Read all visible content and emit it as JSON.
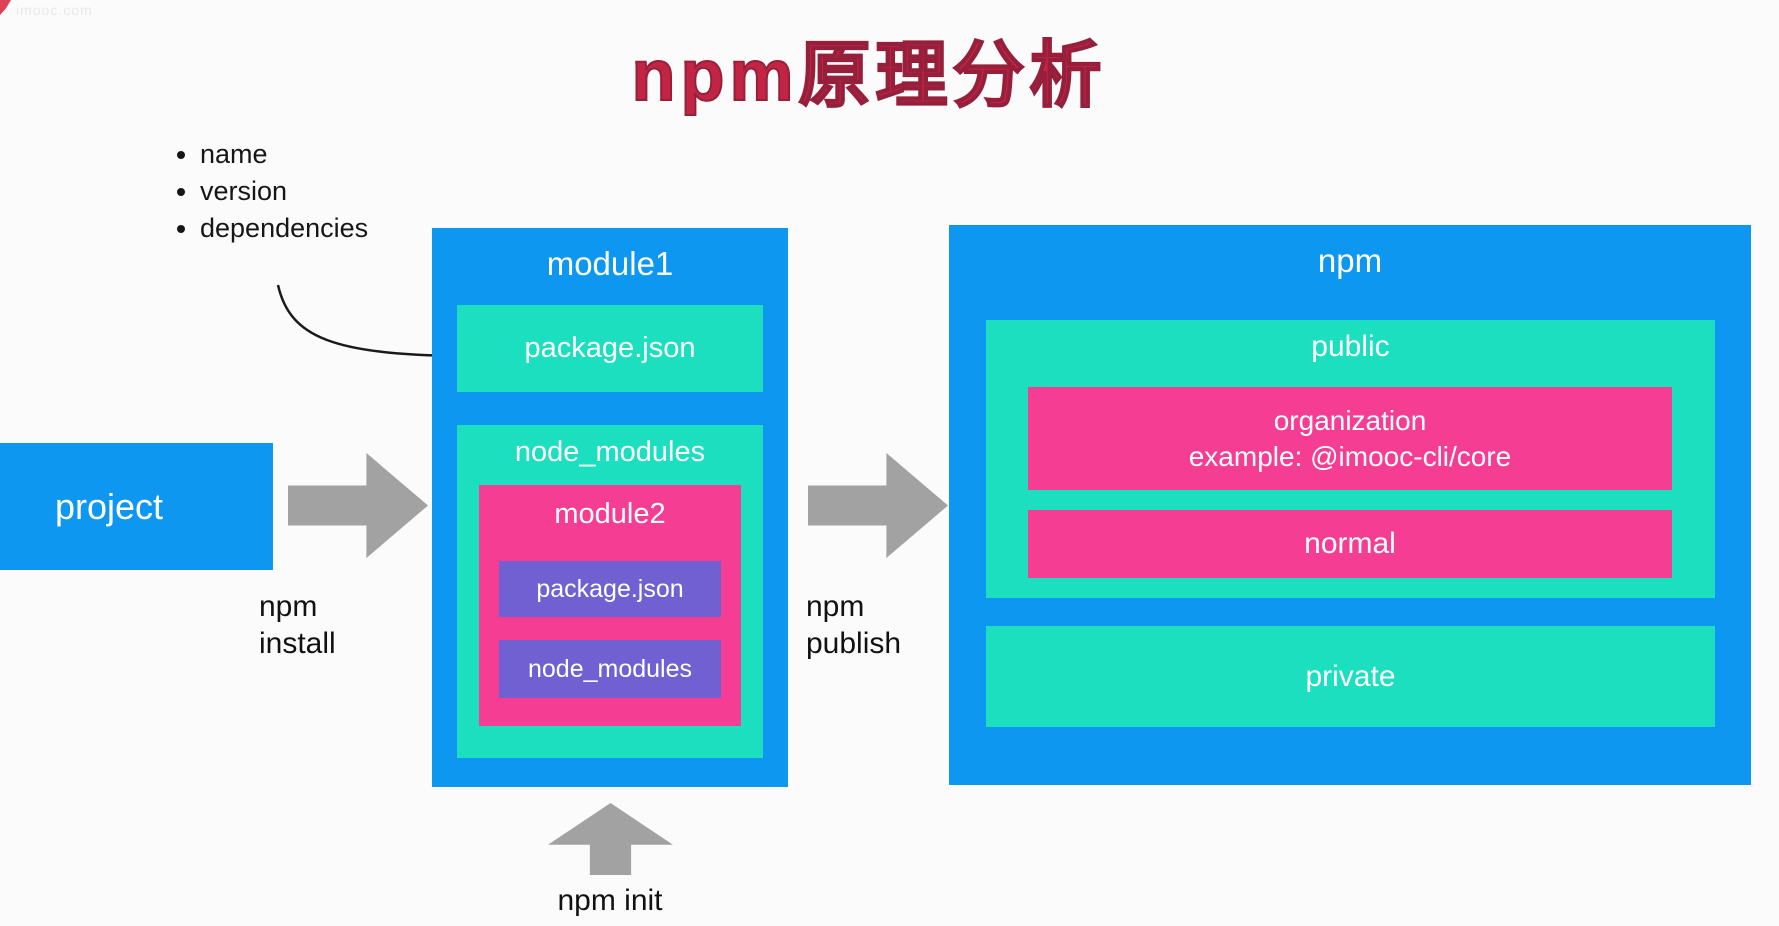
{
  "watermark": {
    "text": "imooc.com"
  },
  "title": "npm原理分析",
  "bullets": [
    "name",
    "version",
    "dependencies"
  ],
  "project_label": "project",
  "flow_labels": {
    "install_line1": "npm",
    "install_line2": "install",
    "publish_line1": "npm",
    "publish_line2": "publish",
    "init": "npm init"
  },
  "module1": {
    "title": "module1",
    "package_json_label": "package.json",
    "node_modules": {
      "title": "node_modules",
      "module2": {
        "title": "module2",
        "package_json_label": "package.json",
        "node_modules_label": "node_modules"
      }
    }
  },
  "registry": {
    "title": "npm",
    "public": {
      "title": "public",
      "organization_line1": "organization",
      "organization_line2": "example: @imooc-cli/core",
      "normal_label": "normal"
    },
    "private_label": "private"
  },
  "colors": {
    "blue": "#0d97f1",
    "teal": "#1bdfbe",
    "pink": "#f53d94",
    "purple": "#7060d2",
    "arrow_gray": "#a2a2a2",
    "title_red": "#c22443"
  }
}
